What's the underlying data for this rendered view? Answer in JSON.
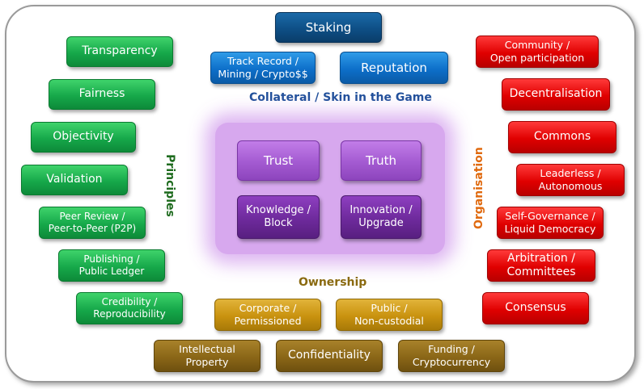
{
  "colors": {
    "principles": "#16a84a",
    "organisation": "#e00000",
    "collateral": "#0d6fc9",
    "ownership": "#c9920f",
    "core": "#a35ad1",
    "label_principles": "#1e6b1e",
    "label_organisation": "#e06a10",
    "label_collateral": "#1f4f9a",
    "label_ownership": "#8a6a10"
  },
  "collateral": {
    "title": "Collateral / Skin in the Game",
    "staking": "Staking",
    "track_record": "Track Record /\nMining / Crypto$$",
    "reputation": "Reputation"
  },
  "core": {
    "trust": "Trust",
    "truth": "Truth",
    "knowledge": "Knowledge /\nBlock",
    "innovation": "Innovation /\nUpgrade"
  },
  "principles": {
    "title": "Principles",
    "items": [
      "Transparency",
      "Fairness",
      "Objectivity",
      "Validation",
      "Peer Review /\nPeer-to-Peer (P2P)",
      "Publishing /\nPublic Ledger",
      "Credibility /\nReproducibility"
    ]
  },
  "organisation": {
    "title": "Organisation",
    "items": [
      "Community /\nOpen participation",
      "Decentralisation",
      "Commons",
      "Leaderless /\nAutonomous",
      "Self-Governance /\nLiquid Democracy",
      "Arbitration /\nCommittees",
      "Consensus"
    ]
  },
  "ownership": {
    "title": "Ownership",
    "corporate": "Corporate /\nPermissioned",
    "public": "Public /\nNon-custodial",
    "ip": "Intellectual\nProperty",
    "confidentiality": "Confidentiality",
    "funding": "Funding /\nCryptocurrency"
  }
}
